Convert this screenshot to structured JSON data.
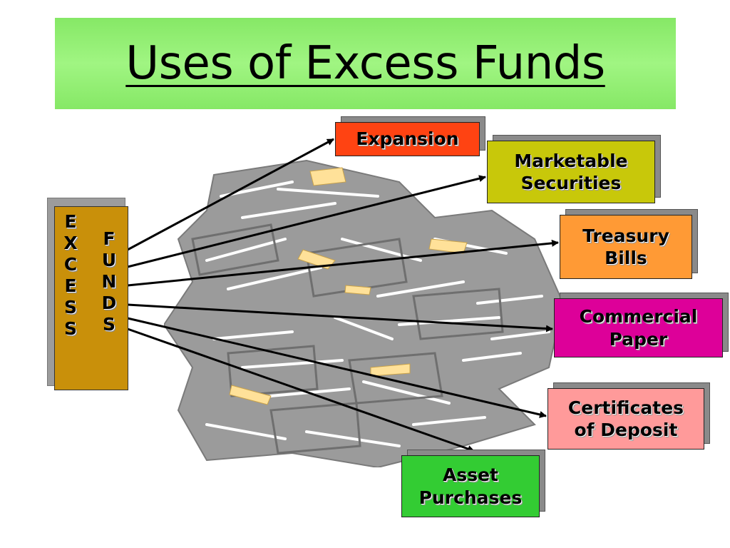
{
  "title": "Uses of Excess Funds",
  "source": {
    "excess_letters": [
      "E",
      "X",
      "C",
      "E",
      "S",
      "S"
    ],
    "funds_letters": [
      "F",
      "U",
      "N",
      "D",
      "S"
    ],
    "color": "#c9900a"
  },
  "uses": [
    {
      "label": "Expansion",
      "color": "#ff4312"
    },
    {
      "label": "Marketable\nSecurities",
      "color": "#c8c80a"
    },
    {
      "label": "Treasury\nBills",
      "color": "#ff9a35"
    },
    {
      "label": "Commercial\nPaper",
      "color": "#dd0099"
    },
    {
      "label": "Certificates\nof Deposit",
      "color": "#ff9a9a"
    },
    {
      "label": "Asset\nPurchases",
      "color": "#33cc33"
    }
  ],
  "colors": {
    "title_band": "#98f07a",
    "background_art": "#9b9b9b",
    "art_highlight": "#ffe199"
  }
}
